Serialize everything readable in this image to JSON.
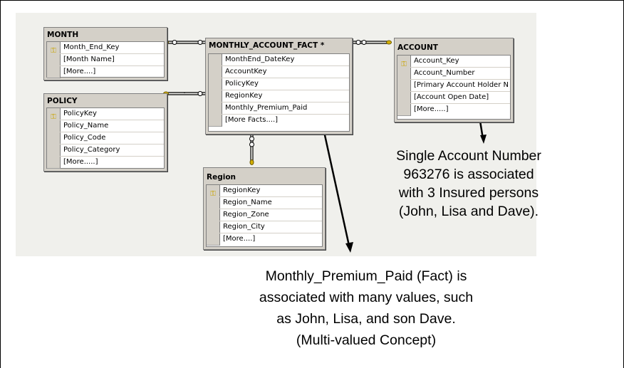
{
  "tables": {
    "month": {
      "title": "MONTH",
      "rows": [
        {
          "label": "Month_End_Key",
          "key": true
        },
        {
          "label": "[Month Name]",
          "key": false
        },
        {
          "label": "[More....]",
          "key": false
        }
      ]
    },
    "policy": {
      "title": "POLICY",
      "rows": [
        {
          "label": "PolicyKey",
          "key": true
        },
        {
          "label": "Policy_Name",
          "key": false
        },
        {
          "label": "Policy_Code",
          "key": false
        },
        {
          "label": "Policy_Category",
          "key": false
        },
        {
          "label": "[More.....]",
          "key": false
        }
      ]
    },
    "fact": {
      "title": "MONTHLY_ACCOUNT_FACT *",
      "rows": [
        {
          "label": "MonthEnd_DateKey",
          "key": false
        },
        {
          "label": "AccountKey",
          "key": false
        },
        {
          "label": "PolicyKey",
          "key": false
        },
        {
          "label": "RegionKey",
          "key": false
        },
        {
          "label": "Monthly_Premium_Paid",
          "key": false
        },
        {
          "label": "[More Facts....]",
          "key": false
        }
      ]
    },
    "account": {
      "title": "ACCOUNT",
      "rows": [
        {
          "label": "Account_Key",
          "key": true
        },
        {
          "label": "Account_Number",
          "key": false
        },
        {
          "label": "[Primary Account Holder N",
          "key": false
        },
        {
          "label": "[Account Open Date]",
          "key": false
        },
        {
          "label": "[More.....]",
          "key": false
        }
      ]
    },
    "region": {
      "title": "Region",
      "rows": [
        {
          "label": "RegionKey",
          "key": true
        },
        {
          "label": "Region_Name",
          "key": false
        },
        {
          "label": "Region_Zone",
          "key": false
        },
        {
          "label": "Region_City",
          "key": false
        },
        {
          "label": "[More....]",
          "key": false
        }
      ]
    }
  },
  "annotations": {
    "account_note": [
      "Single Account Number",
      "963276 is associated",
      "with 3 Insured persons",
      "(John, Lisa and Dave)."
    ],
    "fact_note": [
      "Monthly_Premium_Paid (Fact) is",
      "associated with many values, such",
      "as John, Lisa, and son Dave.",
      "(Multi-valued Concept)"
    ]
  },
  "icons": {
    "primary_key": "key-icon"
  },
  "colors": {
    "table_frame": "#d4d0c8",
    "key_gold": "#c9a400",
    "diagram_background": "#f0f0ec"
  }
}
